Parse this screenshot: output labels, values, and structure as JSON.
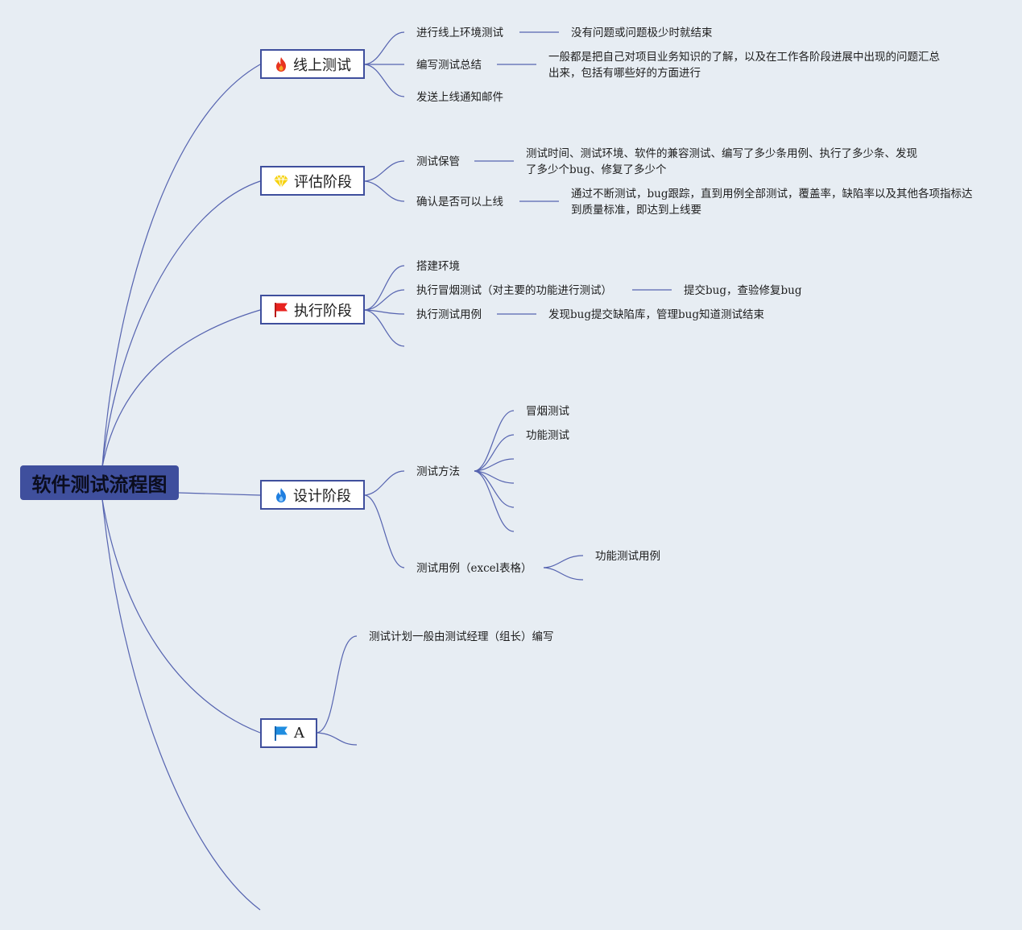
{
  "root": {
    "label": "软件测试流程图"
  },
  "branches": [
    {
      "label": "线上测试",
      "icon": "fire-icon",
      "icon_color": "#e8341f",
      "children": [
        {
          "label": "进行线上环境测试",
          "note": "没有问题或问题极少时就结束"
        },
        {
          "label": "编写测试总结",
          "note": "一般都是把自己对项目业务知识的了解，以及在工作各阶段进展中出现的问题汇总出来，包括有哪些好的方面进行"
        },
        {
          "label": "发送上线通知邮件"
        }
      ]
    },
    {
      "label": "评估阶段",
      "icon": "diamond-icon",
      "icon_color": "#f6d20f",
      "children": [
        {
          "label": "测试保管",
          "note": "测试时间、测试环境、软件的兼容测试、编写了多少条用例、执行了多少条、发现了多少个bug、修复了多少个"
        },
        {
          "label": "确认是否可以上线",
          "note": "通过不断测试，bug跟踪，直到用例全部测试，覆盖率，缺陷率以及其他各项指标达到质量标准，即达到上线要"
        }
      ]
    },
    {
      "label": "执行阶段",
      "icon": "flag-icon",
      "icon_color": "#e8231f",
      "children": [
        {
          "label": "搭建环境"
        },
        {
          "label": "执行冒烟测试（对主要的功能进行测试）",
          "note": "提交bug，查验修复bug"
        },
        {
          "label": "执行测试用例",
          "note": "发现bug提交缺陷库，管理bug知道测试结束"
        }
      ]
    },
    {
      "label": "设计阶段",
      "icon": "water-drop-icon",
      "icon_color": "#1f7fe0",
      "children": [
        {
          "label": "测试方法",
          "children": [
            "冒烟测试",
            "功能测试"
          ]
        },
        {
          "label": "测试用例（excel表格）",
          "children": [
            "功能测试用例"
          ]
        }
      ]
    },
    {
      "label": "A",
      "icon": "flag-icon",
      "icon_color": "#1f8de0",
      "children": [
        {
          "label": "测试计划一般由测试经理（组长）编写"
        }
      ]
    }
  ]
}
